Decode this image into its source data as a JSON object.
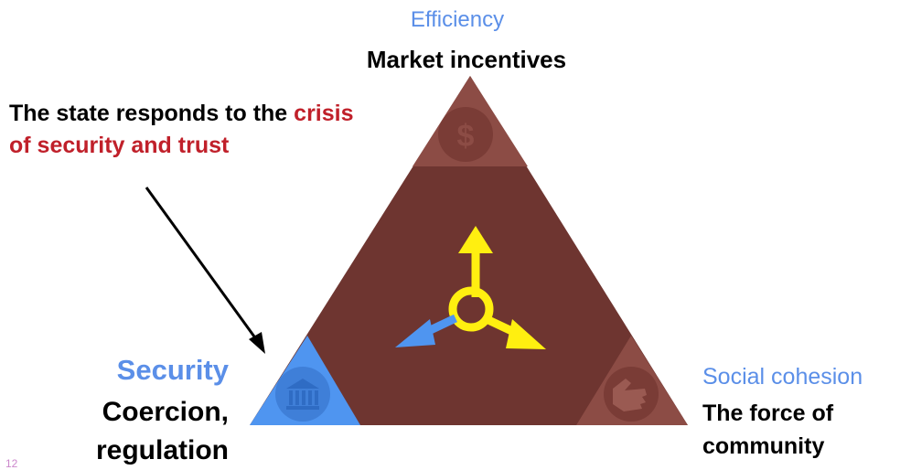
{
  "efficiency": {
    "title": "Efficiency",
    "subtitle": "Market incentives"
  },
  "callout": {
    "text_black": "The state responds to the ",
    "text_red": "crisis of security and trust"
  },
  "security": {
    "title": "Security",
    "subtitle_line1": "Coercion,",
    "subtitle_line2": "regulation"
  },
  "social": {
    "title": "Social cohesion",
    "subtitle_line1": "The force of",
    "subtitle_line2": "community"
  },
  "page_number": "12",
  "icons": {
    "top": "dollar-icon",
    "left": "government-building-icon",
    "right": "hand-icon"
  },
  "colors": {
    "triangle": "#6e3530",
    "corner": "#8c4c45",
    "security": "#4f95f0",
    "arrow_yellow": "#ffef10",
    "arrow_blue": "#4f95f0",
    "red_text": "#c0202a",
    "label_blue": "#5b8fe8"
  }
}
